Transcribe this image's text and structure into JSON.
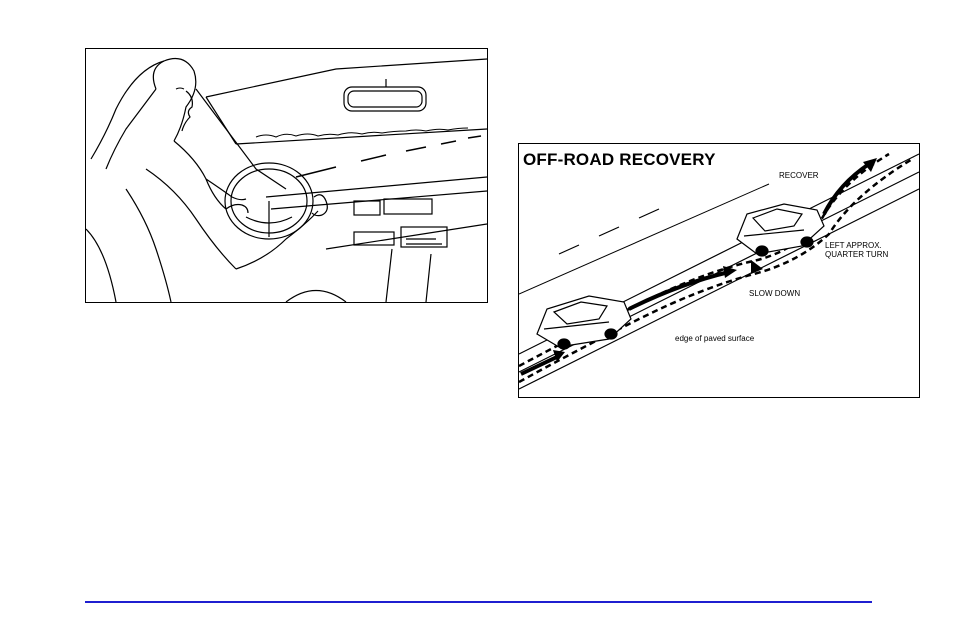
{
  "figures": {
    "driver": {
      "icon": "driver-at-wheel-illustration"
    },
    "recovery": {
      "title": "OFF-ROAD RECOVERY",
      "labels": {
        "recover": "RECOVER",
        "left_approx": "LEFT APPROX.",
        "quarter_turn": "QUARTER TURN",
        "slow_down": "SLOW DOWN",
        "edge": "edge of paved surface"
      }
    }
  },
  "footer": {
    "rule_color": "#1f1fd0"
  }
}
